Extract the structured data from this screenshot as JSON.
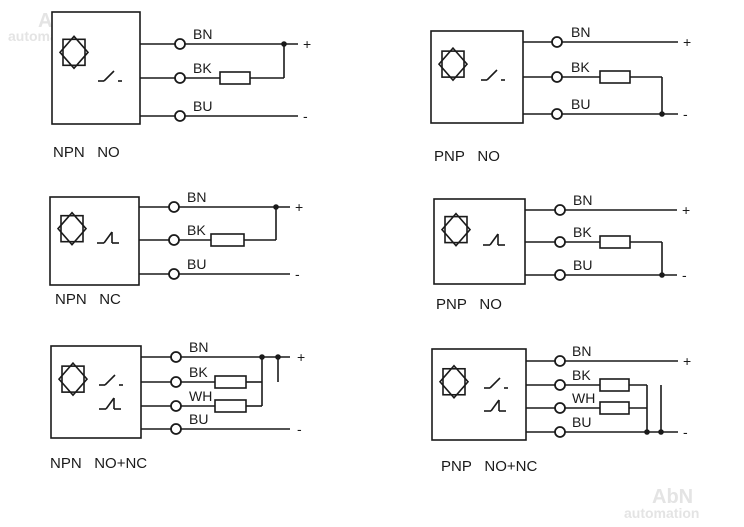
{
  "watermark": {
    "brand": "AbN",
    "tagline": "automation"
  },
  "wire_labels": {
    "brown": "BN",
    "black": "BK",
    "white": "WH",
    "blue": "BU"
  },
  "supply": {
    "plus": "+",
    "minus": "-"
  },
  "diagrams": [
    {
      "type": "NPN",
      "output": "NO"
    },
    {
      "type": "PNP",
      "output": "NO"
    },
    {
      "type": "NPN",
      "output": "NC"
    },
    {
      "type": "PNP",
      "output": "NO"
    },
    {
      "type": "NPN",
      "output": "NO+NC"
    },
    {
      "type": "PNP",
      "output": "NO+NC"
    }
  ]
}
